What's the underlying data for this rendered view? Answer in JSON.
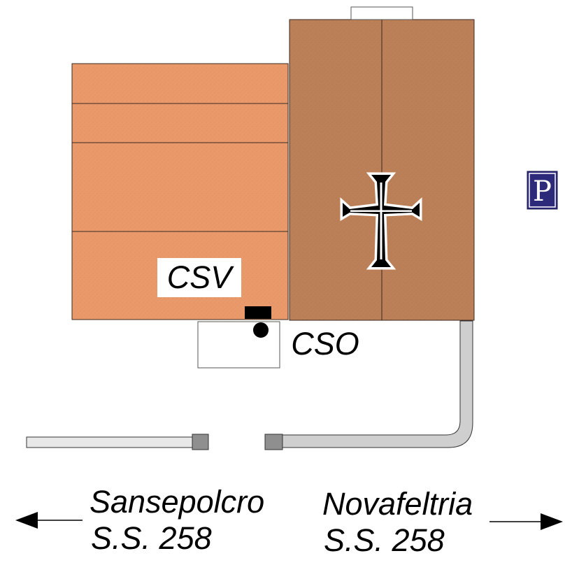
{
  "labels": {
    "csv": "CSV",
    "cso": "CSO",
    "parking": "P"
  },
  "directions": {
    "left": {
      "town": "Sansepolcro",
      "road": "S.S. 258"
    },
    "right": {
      "town": "Novafeltria",
      "road": "S.S. 258"
    }
  },
  "colors": {
    "building_light": "#e9996a",
    "building_dark": "#bb8058",
    "outline": "#3a2a20",
    "path_fill": "#cfcfcf",
    "path_light_fill": "#e8e8e8",
    "parking_bg": "#2e2a7a",
    "text": "#000000"
  },
  "icons": {
    "cross": "cross-icon",
    "parking": "parking-icon",
    "arrow_left": "arrow-left-icon",
    "arrow_right": "arrow-right-icon"
  }
}
